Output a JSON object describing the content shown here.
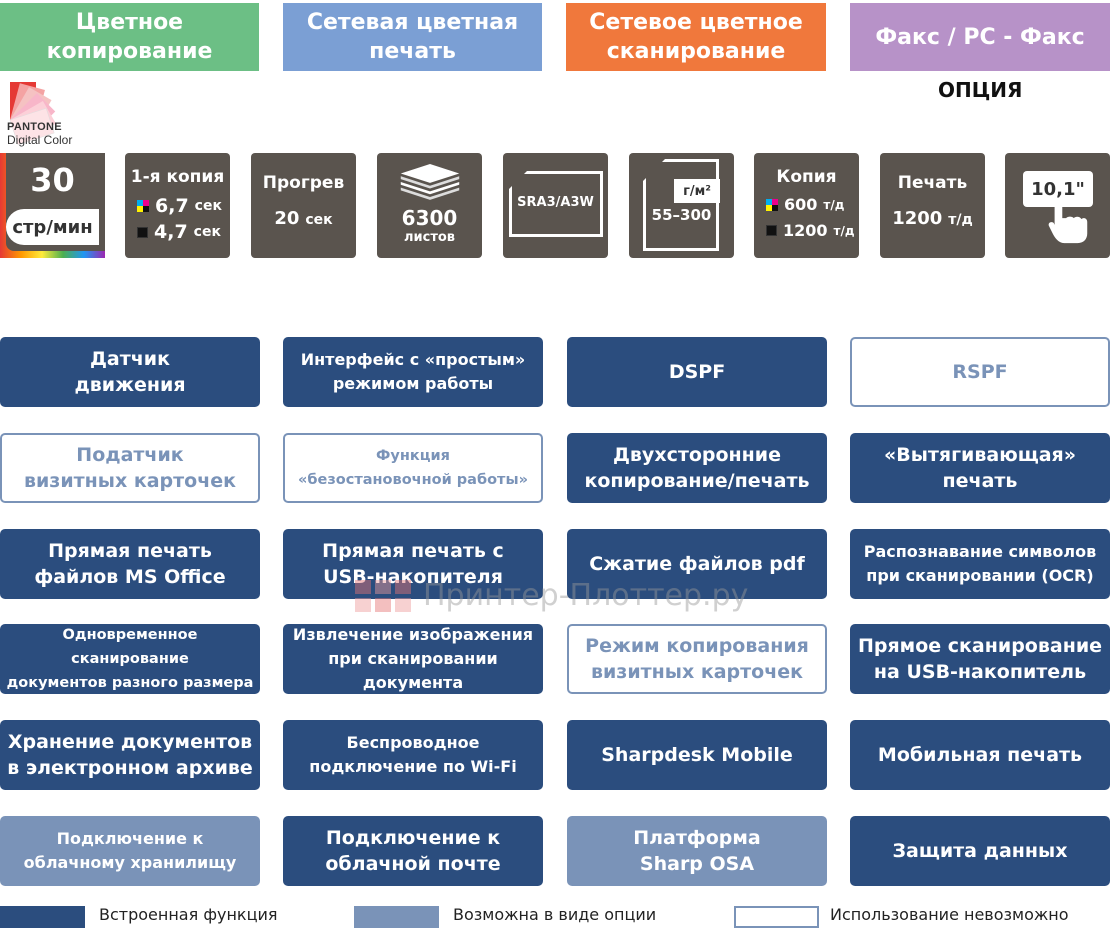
{
  "categories": [
    {
      "label": "Цветное\nкопирование",
      "color": "#6cbf85"
    },
    {
      "label": "Сетевая цветная\nпечать",
      "color": "#7b9fd4"
    },
    {
      "label": "Сетевое цветное\nсканирование",
      "color": "#f0783c"
    },
    {
      "label": "Факс / PC - Факс",
      "color": "#b792c8"
    }
  ],
  "option_note": "ОПЦИЯ",
  "pantone": {
    "brand": "PANTONE",
    "sub": "Digital Color"
  },
  "specs": {
    "speed": {
      "value": "30",
      "unit": "стр/мин"
    },
    "first_copy": {
      "title": "1-я копия",
      "color_time": "6,7",
      "bw_time": "4,7",
      "unit": "сек"
    },
    "warmup": {
      "title": "Прогрев",
      "value": "20",
      "unit": "сек"
    },
    "paper_capacity": {
      "value": "6300",
      "unit": "листов"
    },
    "paper_size": {
      "value": "SRA3/A3W"
    },
    "paper_weight": {
      "unit": "г/м²",
      "range": "55–300"
    },
    "copy_resolution": {
      "title": "Копия",
      "color": "600",
      "bw": "1200",
      "unit": "т/д"
    },
    "print_resolution": {
      "title": "Печать",
      "value": "1200",
      "unit": "т/д"
    },
    "display": {
      "size": "10,1\""
    }
  },
  "features": [
    {
      "label": "Датчик\nдвижения",
      "status": "builtin"
    },
    {
      "label": "Интерфейс с «простым»\nрежимом работы",
      "status": "builtin"
    },
    {
      "label": "DSPF",
      "status": "builtin"
    },
    {
      "label": "RSPF",
      "status": "na"
    },
    {
      "label": "Податчик\nвизитных карточек",
      "status": "na"
    },
    {
      "label": "Функция\n«безостановочной работы»",
      "status": "na"
    },
    {
      "label": "Двухсторонние\nкопирование/печать",
      "status": "builtin"
    },
    {
      "label": "«Вытягивающая»\nпечать",
      "status": "builtin"
    },
    {
      "label": "Прямая печать\nфайлов MS Office",
      "status": "builtin"
    },
    {
      "label": "Прямая печать с\nUSB-накопителя",
      "status": "builtin"
    },
    {
      "label": "Сжатие файлов pdf",
      "status": "builtin"
    },
    {
      "label": "Распознавание символов\nпри сканировании (OCR)",
      "status": "builtin"
    },
    {
      "label": "Одновременное сканирование\nдокументов разного размера",
      "status": "builtin"
    },
    {
      "label": "Извлечение изображения\nпри сканировании документа",
      "status": "builtin"
    },
    {
      "label": "Режим копирования\nвизитных карточек",
      "status": "na"
    },
    {
      "label": "Прямое сканирование\nна  USB-накопитель",
      "status": "builtin"
    },
    {
      "label": "Хранение документов\nв электронном архиве",
      "status": "builtin"
    },
    {
      "label": "Беспроводное\nподключение по Wi-Fi",
      "status": "builtin"
    },
    {
      "label": "Sharpdesk Mobile",
      "status": "builtin"
    },
    {
      "label": "Мобильная печать",
      "status": "builtin"
    },
    {
      "label": "Подключение к\nоблачному хранилищу",
      "status": "optional"
    },
    {
      "label": "Подключение к\nоблачной почте",
      "status": "builtin"
    },
    {
      "label": "Платформа\nSharp OSA",
      "status": "optional"
    },
    {
      "label": "Защита данных",
      "status": "builtin"
    }
  ],
  "legend": {
    "builtin": "Встроенная функция",
    "optional": "Возможна в виде опции",
    "na": "Использование невозможно"
  },
  "colors": {
    "builtin": "#2b4d7e",
    "optional": "#7a93b8",
    "spec_bg": "#5a544e"
  },
  "watermark": "Принтер-Плоттер.ру"
}
